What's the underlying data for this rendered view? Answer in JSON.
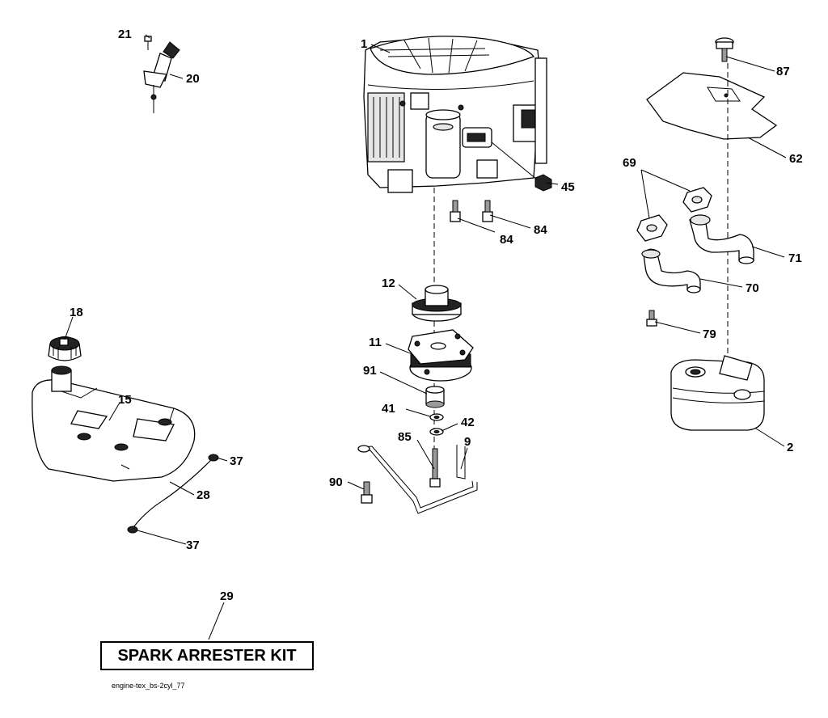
{
  "parts": {
    "p1": "1",
    "p2": "2",
    "p9": "9",
    "p11": "11",
    "p12": "12",
    "p15": "15",
    "p18": "18",
    "p20": "20",
    "p21": "21",
    "p28": "28",
    "p29": "29",
    "p37a": "37",
    "p37b": "37",
    "p41": "41",
    "p42": "42",
    "p45": "45",
    "p62": "62",
    "p69": "69",
    "p70": "70",
    "p71": "71",
    "p79": "79",
    "p84a": "84",
    "p84b": "84",
    "p85": "85",
    "p87": "87",
    "p90": "90",
    "p91": "91"
  },
  "kit_label": "SPARK ARRESTER KIT",
  "footer_code": "engine-tex_bs-2cyl_77"
}
